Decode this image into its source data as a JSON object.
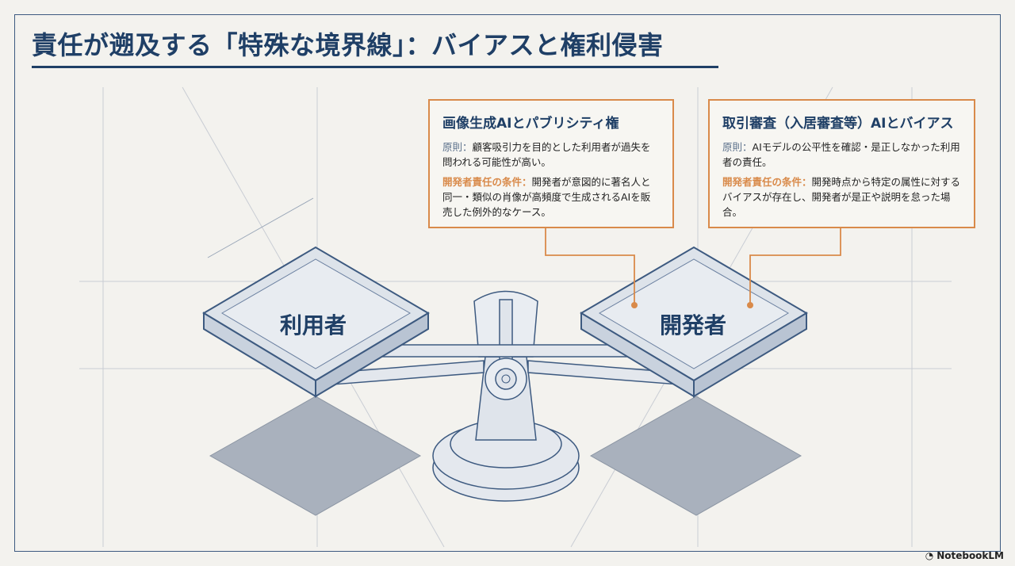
{
  "title": "責任が遡及する「特殊な境界線」：バイアスと権利侵害",
  "pans": {
    "left": "利用者",
    "right": "開発者"
  },
  "cards": [
    {
      "heading": "画像生成AIとパブリシティ権",
      "principle_label": "原則：",
      "principle_text": "顧客吸引力を目的とした利用者が過失を問われる可能性が高い。",
      "condition_label": "開発者責任の条件：",
      "condition_text": "開発者が意図的に著名人と同一・類似の肖像が高頻度で生成されるAIを販売した例外的なケース。"
    },
    {
      "heading": "取引審査（入居審査等）AIとバイアス",
      "principle_label": "原則：",
      "principle_text": "AIモデルの公平性を確認・是正しなかった利用者の責任。",
      "condition_label": "開発者責任の条件：",
      "condition_text": "開発時点から特定の属性に対するバイアスが存在し、開発者が是正や説明を怠った場合。"
    }
  ],
  "logo": "NotebookLM",
  "colors": {
    "navy": "#1f3f66",
    "accent": "#d98a4a",
    "background": "#f3f2ee"
  }
}
